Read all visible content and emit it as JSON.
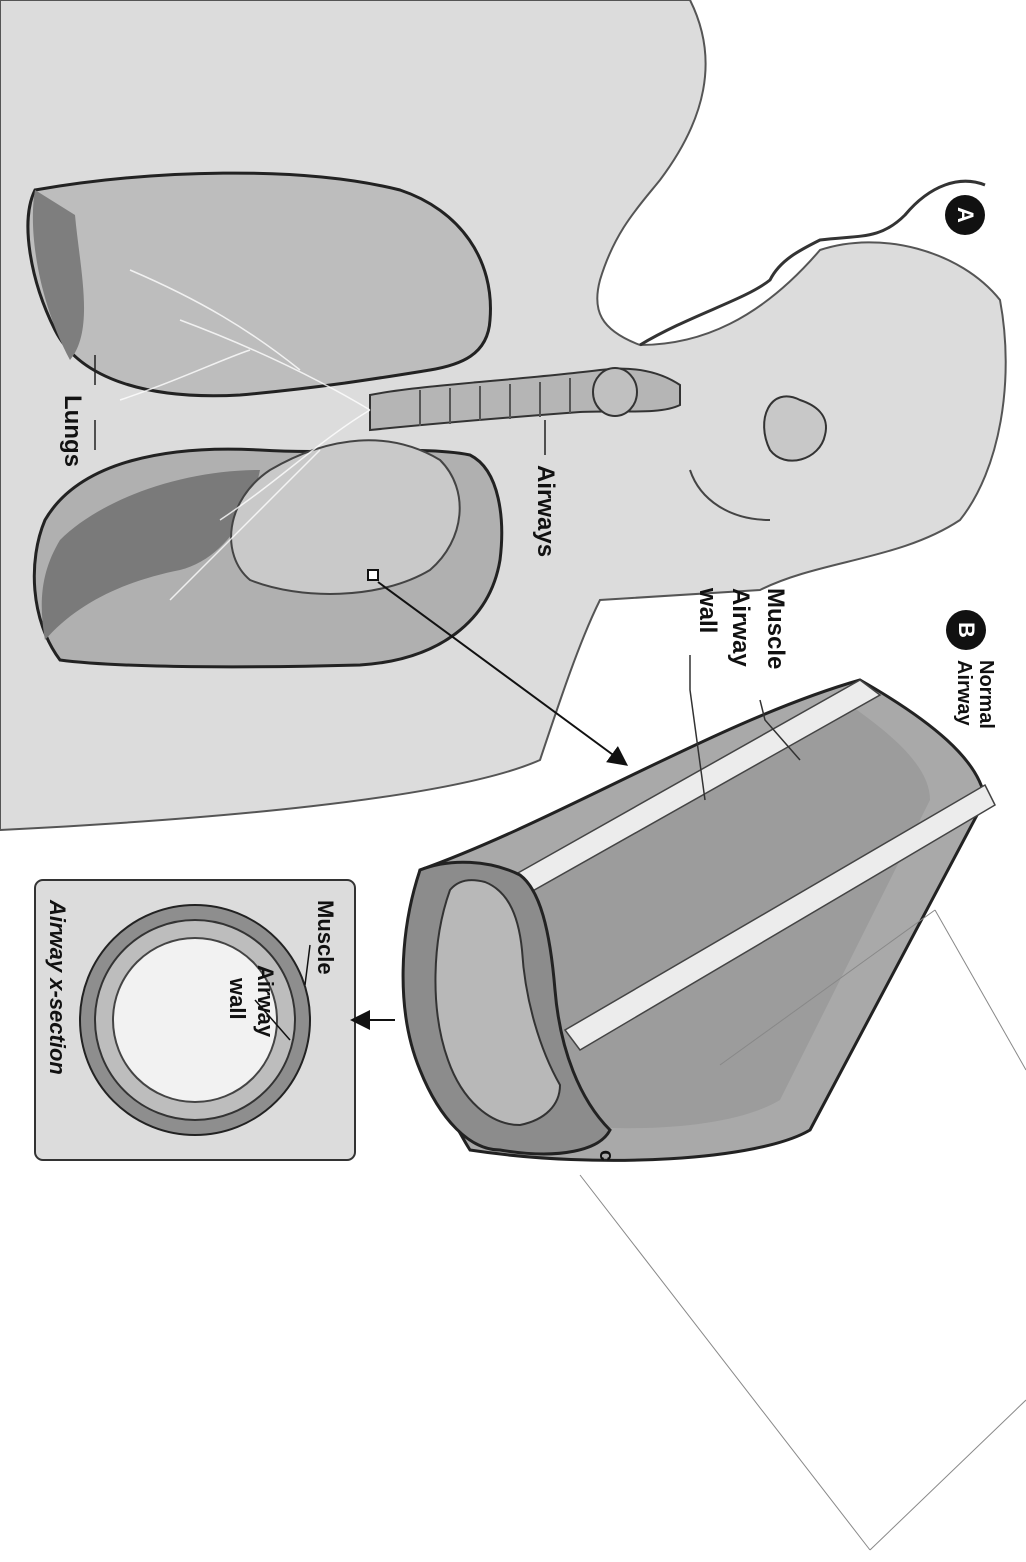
{
  "panels": {
    "a": {
      "badge": "A"
    },
    "b": {
      "badge": "B",
      "title_line1": "Normal",
      "title_line2": "Airway"
    }
  },
  "labels": {
    "lungs": "Lungs",
    "airways": "Airways",
    "muscle": "Muscle",
    "airway_wall_line1": "Airway",
    "airway_wall_line2": "wall"
  },
  "inset": {
    "muscle": "Muscle",
    "airway_wall_line1": "Airway",
    "airway_wall_line2": "wall",
    "caption": "Airway x-section"
  },
  "stray": {
    "letter": "c"
  },
  "colors": {
    "ink": "#111111",
    "skin": "#d9d9d9",
    "lung": "#bdbdbd",
    "lung_dark": "#8a8a8a",
    "airway": "#a8a8a8",
    "muscle_band": "#e6e6e6",
    "inset_bg": "#dcdcdc"
  }
}
